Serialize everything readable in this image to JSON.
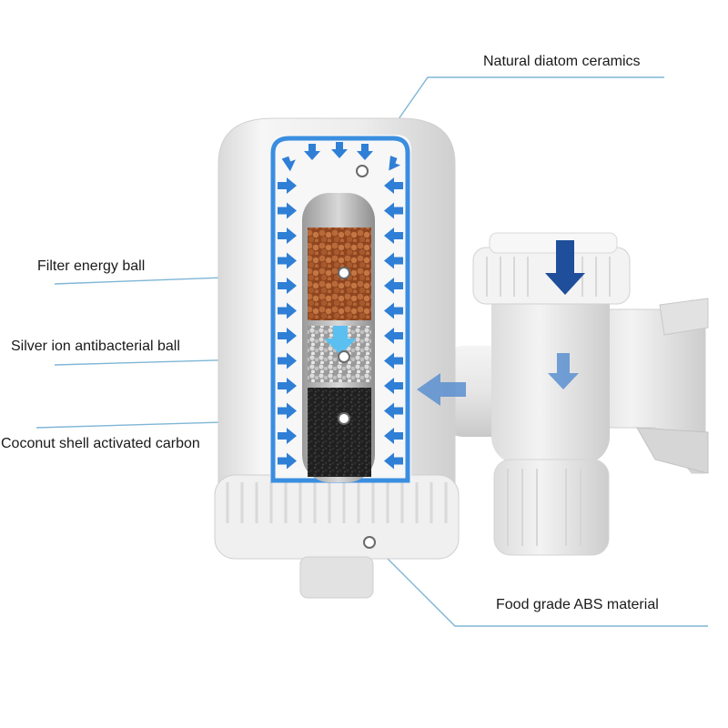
{
  "labels": {
    "natural_diatom_ceramics": "Natural diatom ceramics",
    "filter_energy_ball": "Filter energy ball",
    "silver_ion_ball": "Silver ion antibacterial ball",
    "coconut_carbon": "Coconut shell activated carbon",
    "food_grade_abs": "Food grade ABS material"
  },
  "colors": {
    "leader_line": "#7fb6d6",
    "flow_arrow": "#2f7fd6",
    "inlet_arrow": "#1f4e9a",
    "water_channel": "#3a8ee0",
    "body": "#ececec",
    "energy_ball": "#a8582b",
    "silver_ball": "#bdbdbd",
    "carbon": "#2a2a2a"
  },
  "icons": {
    "inflow_arrow": "down-arrow-icon",
    "side_flow_arrow": "left-arrow-icon",
    "component_marker": "circle-marker-icon"
  }
}
